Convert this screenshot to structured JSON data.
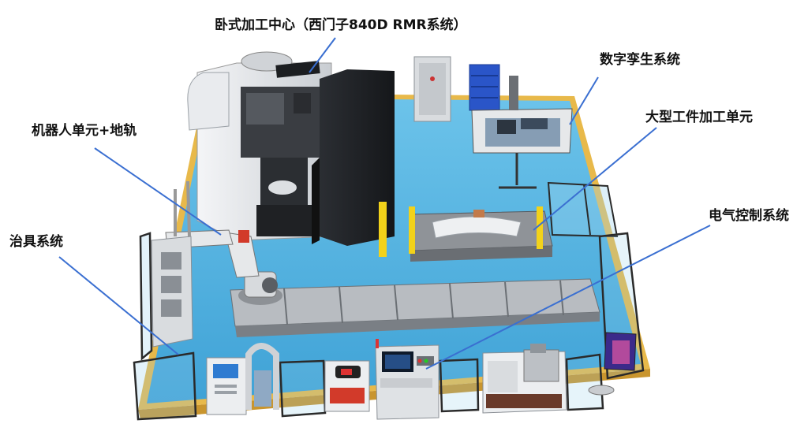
{
  "labels": {
    "machining_center": "卧式加工中心（西门子840D RMR系统）",
    "digital_twin": "数字孪生系统",
    "robot_unit": "机器人单元+地轨",
    "large_workpiece": "大型工件加工单元",
    "fixture_system": "治具系统",
    "electrical_control": "电气控制系统"
  },
  "colors": {
    "floor": "#5bb4e0",
    "floor_edge": "#e8b94a",
    "fence": "#2a2a2a",
    "leader_line": "#3a6fd1",
    "machine_dark": "#1d1f22",
    "machine_light": "#e4e6e9",
    "cabinet_blue": "#2a55c8"
  }
}
